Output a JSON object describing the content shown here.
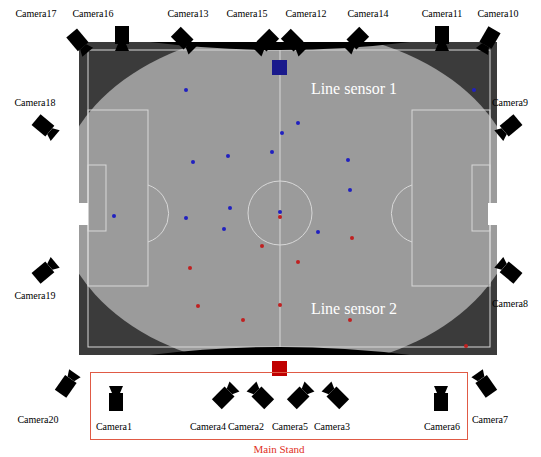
{
  "diagram": {
    "nodes": [
      {
        "text": [
          "Main Stand"
        ]
      }
    ],
    "labels": [
      "Camera17",
      "Camera16",
      "Camera13",
      "Camera15",
      "Camera12",
      "Camera14",
      "Camera11",
      "Camera10",
      "Line sensor 1",
      "Camera18",
      "Camera9",
      "Camera19",
      "Camera8",
      "Line sensor 2",
      "Camera20",
      "Camera1",
      "Camera4",
      "Camera2",
      "Camera5",
      "Camera3",
      "Camera6",
      "Camera7"
    ]
  }
}
